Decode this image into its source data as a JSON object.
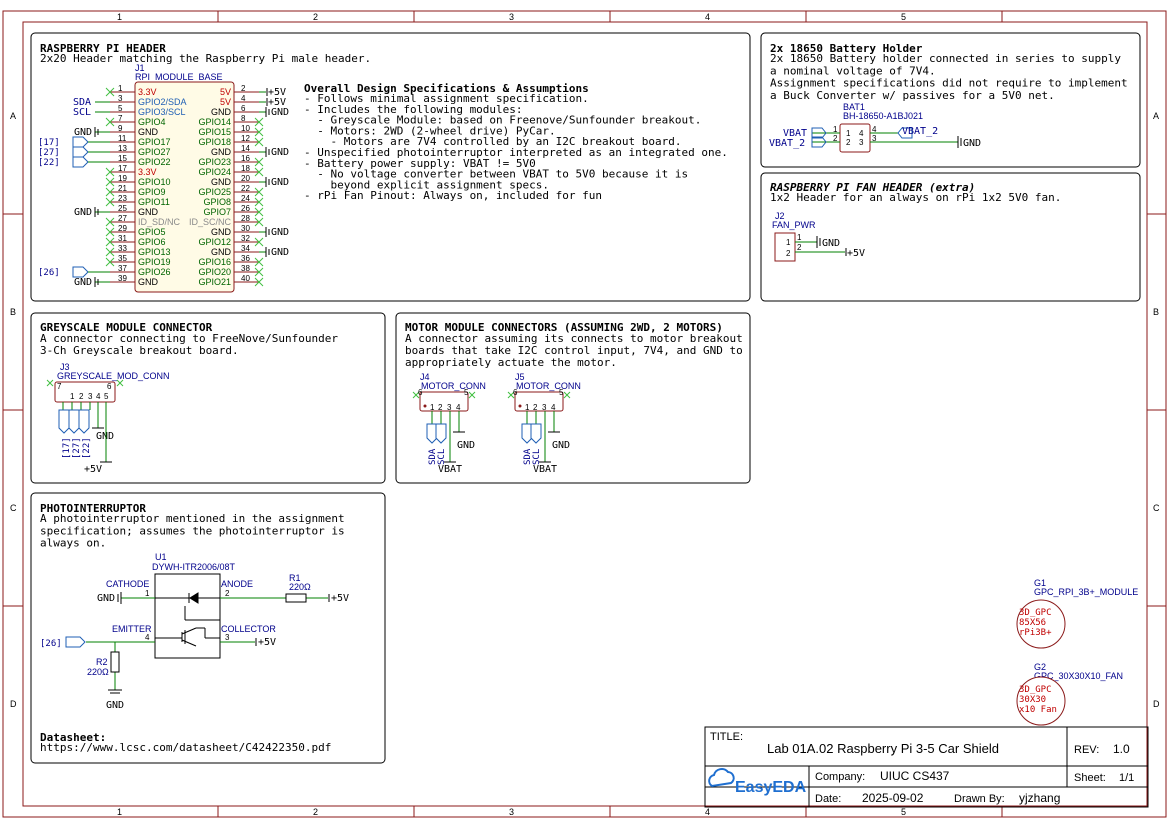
{
  "frame": {
    "columns": [
      "1",
      "2",
      "3",
      "4",
      "5"
    ],
    "rows": [
      "A",
      "B",
      "C",
      "D"
    ]
  },
  "rpi_header": {
    "title": "RASPBERRY PI HEADER",
    "desc": "2x20 Header matching the Raspberry Pi male header.",
    "ref": "J1",
    "value": "RPI_MODULE_BASE",
    "left_pins": [
      {
        "num": "1",
        "name": "3.3V",
        "color": "#c00000",
        "ext": ""
      },
      {
        "num": "3",
        "name": "GPIO2/SDA",
        "color": "#1f5fb4",
        "ext": "SDA"
      },
      {
        "num": "5",
        "name": "GPIO3/SCL",
        "color": "#1f5fb4",
        "ext": "SCL"
      },
      {
        "num": "7",
        "name": "GPIO4",
        "color": "#006400",
        "ext": ""
      },
      {
        "num": "9",
        "name": "GND",
        "color": "#000000",
        "ext": "GND"
      },
      {
        "num": "11",
        "name": "GPIO17",
        "color": "#006400",
        "ext": "[17]"
      },
      {
        "num": "13",
        "name": "GPIO27",
        "color": "#006400",
        "ext": "[27]"
      },
      {
        "num": "15",
        "name": "GPIO22",
        "color": "#006400",
        "ext": "[22]"
      },
      {
        "num": "17",
        "name": "3.3V",
        "color": "#c00000",
        "ext": ""
      },
      {
        "num": "19",
        "name": "GPIO10",
        "color": "#006400",
        "ext": ""
      },
      {
        "num": "21",
        "name": "GPIO9",
        "color": "#006400",
        "ext": ""
      },
      {
        "num": "23",
        "name": "GPIO11",
        "color": "#006400",
        "ext": ""
      },
      {
        "num": "25",
        "name": "GND",
        "color": "#000000",
        "ext": "GND"
      },
      {
        "num": "27",
        "name": "ID_SD/NC",
        "color": "#8a8a8a",
        "ext": ""
      },
      {
        "num": "29",
        "name": "GPIO5",
        "color": "#006400",
        "ext": ""
      },
      {
        "num": "31",
        "name": "GPIO6",
        "color": "#006400",
        "ext": ""
      },
      {
        "num": "33",
        "name": "GPIO13",
        "color": "#006400",
        "ext": ""
      },
      {
        "num": "35",
        "name": "GPIO19",
        "color": "#006400",
        "ext": ""
      },
      {
        "num": "37",
        "name": "GPIO26",
        "color": "#006400",
        "ext": "[26]"
      },
      {
        "num": "39",
        "name": "GND",
        "color": "#000000",
        "ext": "GND"
      }
    ],
    "right_pins": [
      {
        "num": "2",
        "name": "5V",
        "color": "#c00000",
        "ext": "+5V"
      },
      {
        "num": "4",
        "name": "5V",
        "color": "#c00000",
        "ext": "+5V"
      },
      {
        "num": "6",
        "name": "GND",
        "color": "#000000",
        "ext": "GND"
      },
      {
        "num": "8",
        "name": "GPIO14",
        "color": "#006400",
        "ext": ""
      },
      {
        "num": "10",
        "name": "GPIO15",
        "color": "#006400",
        "ext": ""
      },
      {
        "num": "12",
        "name": "GPIO18",
        "color": "#006400",
        "ext": ""
      },
      {
        "num": "14",
        "name": "GND",
        "color": "#000000",
        "ext": "GND"
      },
      {
        "num": "16",
        "name": "GPIO23",
        "color": "#006400",
        "ext": ""
      },
      {
        "num": "18",
        "name": "GPIO24",
        "color": "#006400",
        "ext": ""
      },
      {
        "num": "20",
        "name": "GND",
        "color": "#000000",
        "ext": "GND"
      },
      {
        "num": "22",
        "name": "GPIO25",
        "color": "#006400",
        "ext": ""
      },
      {
        "num": "24",
        "name": "GPIO8",
        "color": "#006400",
        "ext": ""
      },
      {
        "num": "26",
        "name": "GPIO7",
        "color": "#006400",
        "ext": ""
      },
      {
        "num": "28",
        "name": "ID_SC/NC",
        "color": "#8a8a8a",
        "ext": ""
      },
      {
        "num": "30",
        "name": "GND",
        "color": "#000000",
        "ext": "GND"
      },
      {
        "num": "32",
        "name": "GPIO12",
        "color": "#006400",
        "ext": ""
      },
      {
        "num": "34",
        "name": "GND",
        "color": "#000000",
        "ext": "GND"
      },
      {
        "num": "36",
        "name": "GPIO16",
        "color": "#006400",
        "ext": ""
      },
      {
        "num": "38",
        "name": "GPIO20",
        "color": "#006400",
        "ext": ""
      },
      {
        "num": "40",
        "name": "GPIO21",
        "color": "#006400",
        "ext": ""
      }
    ]
  },
  "specs": {
    "title": "Overall Design Specifications & Assumptions",
    "lines": [
      "- Follows minimal assignment specification.",
      "- Includes the following modules:",
      "  - Greyscale Module: based on Freenove/Sunfounder breakout.",
      "  - Motors: 2WD (2-wheel drive) PyCar.",
      "    - Motors are 7V4 controlled by an I2C breakout board.",
      "- Unspecified photointerruptor interpreted as an integrated one.",
      "- Battery power supply: VBAT != 5V0",
      "  - No voltage converter between VBAT to 5V0 because it is",
      "    beyond explicit assignment specs.",
      "- rPi Fan Pinout: Always on, included for fun"
    ]
  },
  "battery": {
    "title": "2x 18650 Battery Holder",
    "desc": [
      "2x 18650 Battery holder connected in series to supply",
      "a nominal voltage of 7V4.",
      "Assignment specifications did not require to implement",
      "a Buck Converter w/ passives for a 5V0 net."
    ],
    "ref": "BAT1",
    "value": "BH-18650-A1BJ021",
    "net_vbat": "VBAT",
    "net_vbat2": "VBAT_2",
    "net_gnd": "GND",
    "pins": [
      "1",
      "2",
      "3",
      "4"
    ]
  },
  "fan": {
    "title": "RASPBERRY PI FAN HEADER (extra)",
    "desc": "1x2 Header for an always on rPi 1x2 5V0 fan.",
    "ref": "J2",
    "value": "FAN_PWR",
    "net_gnd": "GND",
    "net_5v": "+5V",
    "pins": [
      "1",
      "2"
    ]
  },
  "greyscale": {
    "title": "GREYSCALE MODULE CONNECTOR",
    "desc": [
      "A connector connecting to FreeNove/Sunfounder",
      "3-Ch Greyscale breakout board."
    ],
    "ref": "J3",
    "value": "GREYSCALE_MOD_CONN",
    "pins": [
      "1",
      "2",
      "3",
      "4",
      "5",
      "6",
      "7"
    ],
    "nets": [
      "[17]",
      "[27]",
      "[22]"
    ],
    "net_gnd": "GND",
    "net_5v": "+5V"
  },
  "motor": {
    "title": "MOTOR MODULE CONNECTORS (ASSUMING 2WD, 2 MOTORS)",
    "desc": [
      "A connector assuming its connects to motor breakout",
      "boards that take I2C control input, 7V4, and GND to",
      "appropriately actuate the motor."
    ],
    "connectors": [
      {
        "ref": "J4",
        "value": "MOTOR_CONN"
      },
      {
        "ref": "J5",
        "value": "MOTOR_CONN"
      }
    ],
    "pins": [
      "1",
      "2",
      "3",
      "4",
      "5",
      "6"
    ],
    "net_sda": "SDA",
    "net_scl": "SCL",
    "net_gnd": "GND",
    "net_vbat": "VBAT"
  },
  "photo": {
    "title": "PHOTOINTERRUPTOR",
    "desc": [
      "A photointerruptor mentioned in the assignment",
      "specification; assumes the photointerruptor is",
      "always on."
    ],
    "ref": "U1",
    "value": "DYWH-ITR2006/08T",
    "cathode": "CATHODE",
    "anode": "ANODE",
    "emitter": "EMITTER",
    "collector": "COLLECTOR",
    "pins": [
      "1",
      "2",
      "3",
      "4"
    ],
    "r1_ref": "R1",
    "r1_val": "220Ω",
    "r2_ref": "R2",
    "r2_val": "220Ω",
    "net_gnd": "GND",
    "net_5v": "+5V",
    "net_26": "[26]",
    "datasheet_label": "Datasheet:",
    "datasheet_url": "https://www.lcsc.com/datasheet/C42422350.pdf"
  },
  "mechanical": [
    {
      "ref": "G1",
      "value": "GPC_RPI_3B+_MODULE",
      "body": [
        "3D_GPC",
        "85X56",
        "rPi3B+"
      ]
    },
    {
      "ref": "G2",
      "value": "GPC_30X30X10_FAN",
      "body": [
        "3D_GPC",
        "30X30",
        "x10 Fan"
      ]
    }
  ],
  "title_block": {
    "title_label": "TITLE:",
    "title": "Lab 01A.02 Raspberry Pi 3-5 Car Shield",
    "rev_label": "REV:",
    "rev": "1.0",
    "logo": "EasyEDA",
    "company_label": "Company:",
    "company": "UIUC CS437",
    "sheet_label": "Sheet:",
    "sheet": "1/1",
    "date_label": "Date:",
    "date": "2025-09-02",
    "drawn_label": "Drawn By:",
    "drawn": "yjzhang"
  },
  "colors": {
    "frame": "#8b1a1a",
    "wire": "#008000",
    "text_blue": "#00008b",
    "net_blue": "#1f5fb4",
    "nc_cross": "#3fbf3f"
  }
}
